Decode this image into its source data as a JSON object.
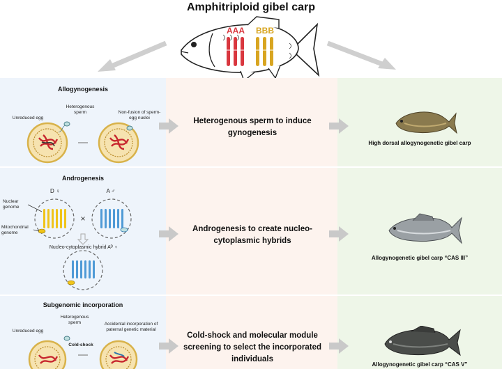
{
  "title": "Amphitriploid gibel carp",
  "genome_labels": {
    "a": "AAA",
    "b": "BBB"
  },
  "sections": [
    {
      "title": "Allogynogenesis",
      "labels": {
        "unreduced_egg": "Unreduced egg",
        "heterogenous_sperm": "Heterogenous sperm",
        "non_fusion": "Non-fusion of sperm-egg nuclei"
      },
      "mid_text": "Heterogenous sperm to induce gynogenesis",
      "result": "High dorsal allogynogenetic gibel carp"
    },
    {
      "title": "Androgenesis",
      "labels": {
        "d_female": "D ♀",
        "a_male": "A ♂",
        "nuclear_genome": "Nuclear genome",
        "mitochondrial_genome": "Mitochondrial genome",
        "hybrid": "Nucleo-cytoplasmic hybrid Aᴰ ♀"
      },
      "mid_text": "Androgenesis to create nucleo-cytoplasmic hybrids",
      "result": "Allogynogenetic gibel carp “CAS III”"
    },
    {
      "title": "Subgenomic incorporation",
      "labels": {
        "unreduced_egg": "Unreduced egg",
        "heterogenous_sperm": "Heterogenous sperm",
        "cold_shock": "Cold-shock",
        "accidental": "Accidental incorporation of paternal genetic material"
      },
      "mid_text": "Cold-shock and molecular module screening to select the incorporated individuals",
      "result": "Allogynogenetic gibel carp “CAS V”"
    }
  ],
  "colors": {
    "left_panel": "#eef4fb",
    "middle_panel": "#fdf3ee",
    "right_panel": "#eef6e8",
    "genome_a": "#d9373f",
    "genome_b": "#d8a521",
    "arrow": "#c9c9c9"
  }
}
